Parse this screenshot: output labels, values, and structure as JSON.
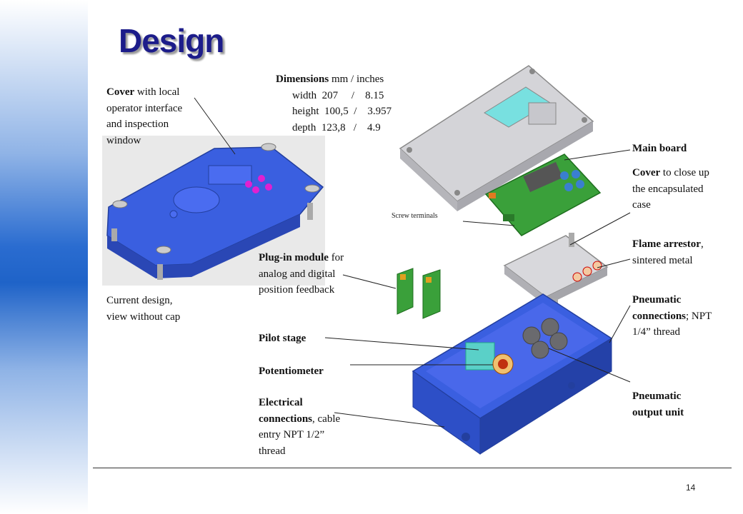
{
  "title": "Design",
  "left_callout": {
    "bold": "Cover",
    "rest": " with local operator interface and inspection window"
  },
  "current_design_caption": "Current design, view without cap",
  "dimensions": {
    "bold": "Dimensions",
    "units": " mm / inches",
    "rows": [
      "width  207     /    8.15",
      "height  100,5  /    3.957",
      "depth  123,8   /    4.9"
    ]
  },
  "screw_terminals": "Screw terminals",
  "plugin": {
    "bold": "Plug-in module",
    "rest": " for analog and digital position feedback"
  },
  "pilot_stage": "Pilot stage",
  "potentiometer": "Potentiometer",
  "electrical": {
    "bold": "Electrical connections",
    "rest": ", cable entry NPT 1/2” thread"
  },
  "main_board": "Main board",
  "cover_close": {
    "bold": "Cover",
    "rest": " to close up the encapsulated case"
  },
  "flame": {
    "bold": "Flame arrestor",
    "rest": ", sintered metal"
  },
  "pneumatic_conn": {
    "bold": "Pneumatic connections",
    "rest": "; NPT 1/4” thread"
  },
  "pneumatic_output": "Pneumatic output unit",
  "page_number": "14",
  "colors": {
    "title": "#1c1c8a",
    "housing_blue": "#3a5fe0",
    "board_green": "#3aa03a",
    "sidebar_blue": "#1f63c8"
  }
}
